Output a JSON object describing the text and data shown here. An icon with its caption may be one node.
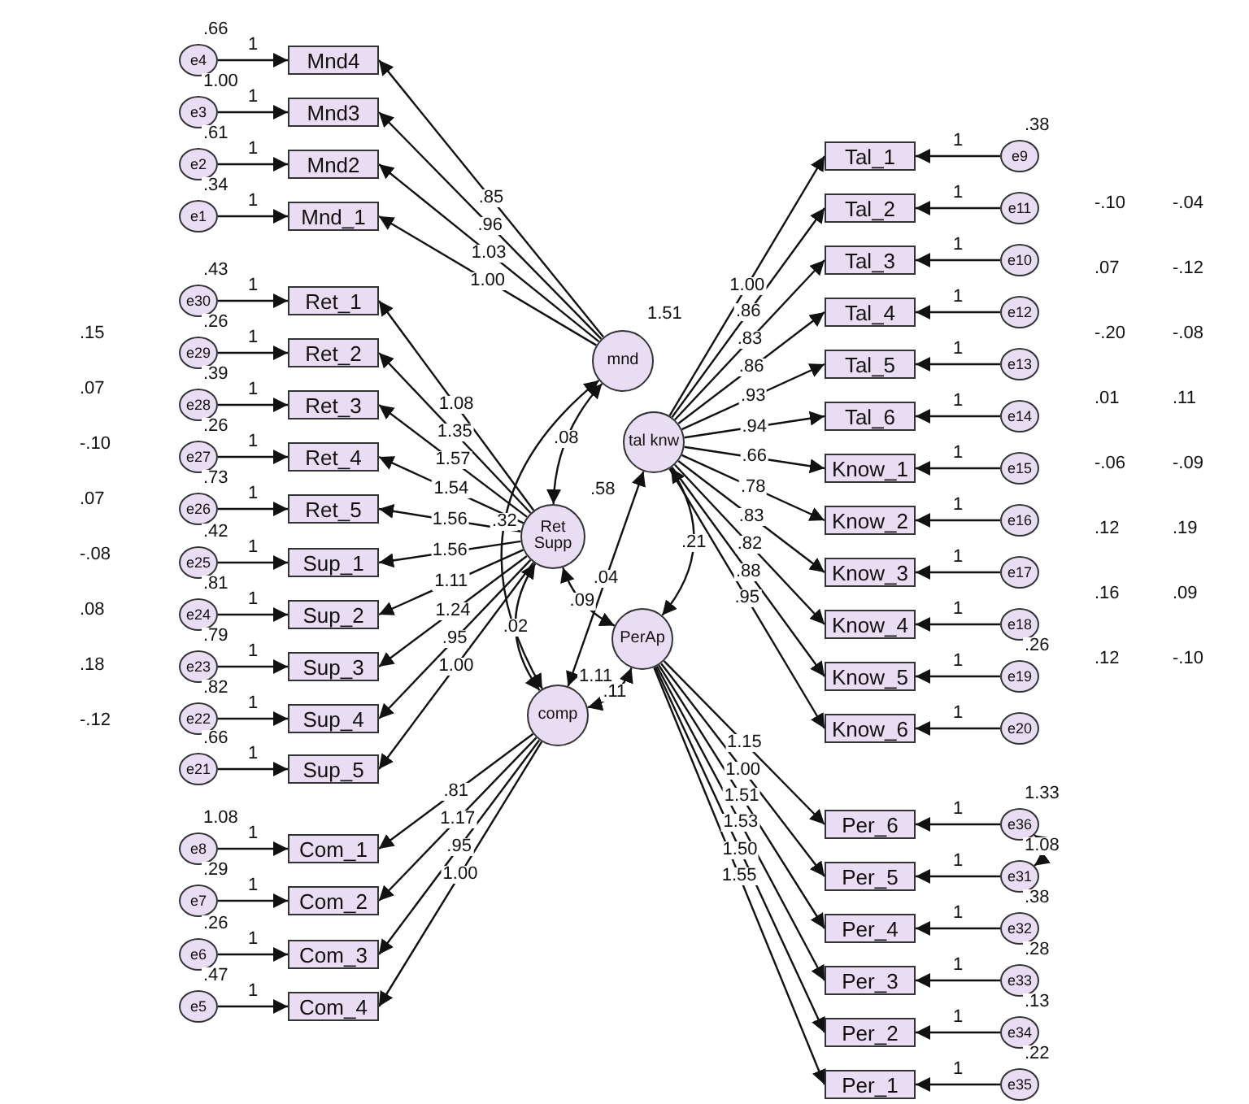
{
  "diagram": {
    "nodes": [
      {
        "text": [
          "mnd"
        ],
        "beside": [
          "1.51"
        ]
      },
      {
        "text": [
          "tal knw"
        ]
      },
      {
        "text": [
          "Ret Supp"
        ],
        "beside": [
          ".58"
        ]
      },
      {
        "text": [
          "PerAp"
        ],
        "beside": [
          "1.11"
        ]
      },
      {
        "text": [
          "comp"
        ]
      },
      {
        "text": [
          "Mnd4"
        ]
      },
      {
        "text": [
          "Mnd3"
        ]
      },
      {
        "text": [
          "Mnd2"
        ]
      },
      {
        "text": [
          "Mnd_1"
        ]
      },
      {
        "text": [
          "Ret_1"
        ]
      },
      {
        "text": [
          "Ret_2"
        ]
      },
      {
        "text": [
          "Ret_3"
        ]
      },
      {
        "text": [
          "Ret_4"
        ]
      },
      {
        "text": [
          "Ret_5"
        ]
      },
      {
        "text": [
          "Sup_1"
        ]
      },
      {
        "text": [
          "Sup_2"
        ]
      },
      {
        "text": [
          "Sup_3"
        ]
      },
      {
        "text": [
          "Sup_4"
        ]
      },
      {
        "text": [
          "Sup_5"
        ]
      },
      {
        "text": [
          "Com_1"
        ]
      },
      {
        "text": [
          "Com_2"
        ]
      },
      {
        "text": [
          "Com_3"
        ]
      },
      {
        "text": [
          "Com_4"
        ]
      },
      {
        "text": [
          "Tal_1"
        ]
      },
      {
        "text": [
          "Tal_2"
        ]
      },
      {
        "text": [
          "Tal_3"
        ]
      },
      {
        "text": [
          "Tal_4"
        ]
      },
      {
        "text": [
          "Tal_5"
        ]
      },
      {
        "text": [
          "Tal_6"
        ]
      },
      {
        "text": [
          "Know_1"
        ]
      },
      {
        "text": [
          "Know_2"
        ]
      },
      {
        "text": [
          "Know_3"
        ]
      },
      {
        "text": [
          "Know_4"
        ]
      },
      {
        "text": [
          "Know_5"
        ]
      },
      {
        "text": [
          "Know_6"
        ]
      },
      {
        "text": [
          "Per_6"
        ]
      },
      {
        "text": [
          "Per_5"
        ]
      },
      {
        "text": [
          "Per_4"
        ]
      },
      {
        "text": [
          "Per_3"
        ]
      },
      {
        "text": [
          "Per_2"
        ]
      },
      {
        "text": [
          "Per_1"
        ]
      },
      {
        "text": [
          "e4"
        ],
        "beside": [
          ".66"
        ]
      },
      {
        "text": [
          "e3"
        ],
        "beside": [
          "1.00"
        ]
      },
      {
        "text": [
          "e2"
        ],
        "beside": [
          ".61"
        ]
      },
      {
        "text": [
          "e1"
        ],
        "beside": [
          ".34"
        ]
      },
      {
        "text": [
          "e30"
        ],
        "beside": [
          ".43"
        ]
      },
      {
        "text": [
          "e29"
        ],
        "beside": [
          ".26"
        ]
      },
      {
        "text": [
          "e28"
        ],
        "beside": [
          ".39"
        ]
      },
      {
        "text": [
          "e27"
        ],
        "beside": [
          ".26"
        ]
      },
      {
        "text": [
          "e26"
        ],
        "beside": [
          ".73"
        ]
      },
      {
        "text": [
          "e25"
        ],
        "beside": [
          ".42"
        ]
      },
      {
        "text": [
          "e24"
        ],
        "beside": [
          ".81"
        ]
      },
      {
        "text": [
          "e23"
        ],
        "beside": [
          ".79"
        ]
      },
      {
        "text": [
          "e22"
        ],
        "beside": [
          ".82"
        ]
      },
      {
        "text": [
          "e21"
        ],
        "beside": [
          ".66"
        ]
      },
      {
        "text": [
          "e8"
        ],
        "beside": [
          "1.08"
        ]
      },
      {
        "text": [
          "e7"
        ],
        "beside": [
          ".29"
        ]
      },
      {
        "text": [
          "e6"
        ],
        "beside": [
          ".26"
        ]
      },
      {
        "text": [
          "e5"
        ],
        "beside": [
          ".47"
        ]
      },
      {
        "text": [
          "e9"
        ],
        "beside": [
          ".38"
        ]
      },
      {
        "text": [
          "e11"
        ]
      },
      {
        "text": [
          "e10"
        ]
      },
      {
        "text": [
          "e12"
        ]
      },
      {
        "text": [
          "e13"
        ]
      },
      {
        "text": [
          "e14"
        ]
      },
      {
        "text": [
          "e15"
        ]
      },
      {
        "text": [
          "e16"
        ]
      },
      {
        "text": [
          "e17"
        ]
      },
      {
        "text": [
          "e18"
        ]
      },
      {
        "text": [
          "e19"
        ],
        "beside": [
          ".26"
        ]
      },
      {
        "text": [
          "e20"
        ]
      },
      {
        "text": [
          "e36"
        ],
        "beside": [
          "1.33"
        ]
      },
      {
        "text": [
          "e31"
        ],
        "beside": [
          "1.08"
        ]
      },
      {
        "text": [
          "e32"
        ],
        "beside": [
          ".38"
        ]
      },
      {
        "text": [
          "e33"
        ],
        "beside": [
          ".28"
        ]
      },
      {
        "text": [
          "e34"
        ],
        "beside": [
          ".13"
        ]
      },
      {
        "text": [
          "e35"
        ],
        "beside": [
          ".22"
        ]
      }
    ],
    "edges": [
      {
        "from": 41,
        "to": 5,
        "arrow": "to",
        "label": "1"
      },
      {
        "from": 42,
        "to": 6,
        "arrow": "to",
        "label": "1"
      },
      {
        "from": 43,
        "to": 7,
        "arrow": "to",
        "label": "1"
      },
      {
        "from": 44,
        "to": 8,
        "arrow": "to",
        "label": "1"
      },
      {
        "from": 45,
        "to": 9,
        "arrow": "to",
        "label": "1"
      },
      {
        "from": 46,
        "to": 10,
        "arrow": "to",
        "label": "1"
      },
      {
        "from": 47,
        "to": 11,
        "arrow": "to",
        "label": "1"
      },
      {
        "from": 48,
        "to": 12,
        "arrow": "to",
        "label": "1"
      },
      {
        "from": 49,
        "to": 13,
        "arrow": "to",
        "label": "1"
      },
      {
        "from": 50,
        "to": 14,
        "arrow": "to",
        "label": "1"
      },
      {
        "from": 51,
        "to": 15,
        "arrow": "to",
        "label": "1"
      },
      {
        "from": 52,
        "to": 16,
        "arrow": "to",
        "label": "1"
      },
      {
        "from": 53,
        "to": 17,
        "arrow": "to",
        "label": "1"
      },
      {
        "from": 54,
        "to": 18,
        "arrow": "to",
        "label": "1"
      },
      {
        "from": 55,
        "to": 19,
        "arrow": "to",
        "label": "1"
      },
      {
        "from": 56,
        "to": 20,
        "arrow": "to",
        "label": "1"
      },
      {
        "from": 57,
        "to": 21,
        "arrow": "to",
        "label": "1"
      },
      {
        "from": 58,
        "to": 22,
        "arrow": "to",
        "label": "1"
      },
      {
        "from": 59,
        "to": 23,
        "arrow": "to",
        "label": "1"
      },
      {
        "from": 60,
        "to": 24,
        "arrow": "to",
        "label": "1"
      },
      {
        "from": 61,
        "to": 25,
        "arrow": "to",
        "label": "1"
      },
      {
        "from": 62,
        "to": 26,
        "arrow": "to",
        "label": "1"
      },
      {
        "from": 63,
        "to": 27,
        "arrow": "to",
        "label": "1"
      },
      {
        "from": 64,
        "to": 28,
        "arrow": "to",
        "label": "1"
      },
      {
        "from": 65,
        "to": 29,
        "arrow": "to",
        "label": "1"
      },
      {
        "from": 66,
        "to": 30,
        "arrow": "to",
        "label": "1"
      },
      {
        "from": 67,
        "to": 31,
        "arrow": "to",
        "label": "1"
      },
      {
        "from": 68,
        "to": 32,
        "arrow": "to",
        "label": "1"
      },
      {
        "from": 69,
        "to": 33,
        "arrow": "to",
        "label": "1"
      },
      {
        "from": 70,
        "to": 34,
        "arrow": "to",
        "label": "1"
      },
      {
        "from": 71,
        "to": 35,
        "arrow": "to",
        "label": "1"
      },
      {
        "from": 72,
        "to": 36,
        "arrow": "to",
        "label": "1"
      },
      {
        "from": 73,
        "to": 37,
        "arrow": "to",
        "label": "1"
      },
      {
        "from": 74,
        "to": 38,
        "arrow": "to",
        "label": "1"
      },
      {
        "from": 75,
        "to": 39,
        "arrow": "to",
        "label": "1"
      },
      {
        "from": 76,
        "to": 40,
        "arrow": "to",
        "label": "1"
      },
      {
        "from": 0,
        "to": 5,
        "arrow": "to",
        "label": ".85"
      },
      {
        "from": 0,
        "to": 6,
        "arrow": "to",
        "label": ".96"
      },
      {
        "from": 0,
        "to": 7,
        "arrow": "to",
        "label": "1.03"
      },
      {
        "from": 0,
        "to": 8,
        "arrow": "to",
        "label": "1.00"
      },
      {
        "from": 2,
        "to": 9,
        "arrow": "to",
        "label": "1.08"
      },
      {
        "from": 2,
        "to": 10,
        "arrow": "to",
        "label": "1.35"
      },
      {
        "from": 2,
        "to": 11,
        "arrow": "to",
        "label": "1.57"
      },
      {
        "from": 2,
        "to": 12,
        "arrow": "to",
        "label": "1.54"
      },
      {
        "from": 2,
        "to": 13,
        "arrow": "to",
        "label": "1.56"
      },
      {
        "from": 2,
        "to": 14,
        "arrow": "to",
        "label": "1.56"
      },
      {
        "from": 2,
        "to": 15,
        "arrow": "to",
        "label": "1.11"
      },
      {
        "from": 2,
        "to": 16,
        "arrow": "to",
        "label": "1.24"
      },
      {
        "from": 2,
        "to": 17,
        "arrow": "to",
        "label": ".95"
      },
      {
        "from": 2,
        "to": 18,
        "arrow": "to",
        "label": "1.00"
      },
      {
        "from": 4,
        "to": 19,
        "arrow": "to",
        "label": ".81"
      },
      {
        "from": 4,
        "to": 20,
        "arrow": "to",
        "label": "1.17"
      },
      {
        "from": 4,
        "to": 21,
        "arrow": "to",
        "label": ".95"
      },
      {
        "from": 4,
        "to": 22,
        "arrow": "to",
        "label": "1.00"
      },
      {
        "from": 1,
        "to": 23,
        "arrow": "to",
        "label": "1.00"
      },
      {
        "from": 1,
        "to": 24,
        "arrow": "to",
        "label": ".86"
      },
      {
        "from": 1,
        "to": 25,
        "arrow": "to",
        "label": ".83"
      },
      {
        "from": 1,
        "to": 26,
        "arrow": "to",
        "label": ".86"
      },
      {
        "from": 1,
        "to": 27,
        "arrow": "to",
        "label": ".93"
      },
      {
        "from": 1,
        "to": 28,
        "arrow": "to",
        "label": ".94"
      },
      {
        "from": 1,
        "to": 29,
        "arrow": "to",
        "label": ".66"
      },
      {
        "from": 1,
        "to": 30,
        "arrow": "to",
        "label": ".78"
      },
      {
        "from": 1,
        "to": 31,
        "arrow": "to",
        "label": ".83"
      },
      {
        "from": 1,
        "to": 32,
        "arrow": "to",
        "label": ".82"
      },
      {
        "from": 1,
        "to": 33,
        "arrow": "to",
        "label": ".88"
      },
      {
        "from": 1,
        "to": 34,
        "arrow": "to",
        "label": ".95"
      },
      {
        "from": 3,
        "to": 35,
        "arrow": "to",
        "label": "1.15"
      },
      {
        "from": 3,
        "to": 36,
        "arrow": "to",
        "label": "1.00"
      },
      {
        "from": 3,
        "to": 37,
        "arrow": "to",
        "label": "1.51"
      },
      {
        "from": 3,
        "to": 38,
        "arrow": "to",
        "label": "1.53"
      },
      {
        "from": 3,
        "to": 39,
        "arrow": "to",
        "label": "1.50"
      },
      {
        "from": 3,
        "to": 40,
        "arrow": "to",
        "label": "1.55"
      },
      {
        "from": 0,
        "to": 2,
        "arrow": "both",
        "label": ".08"
      },
      {
        "from": 1,
        "to": 3,
        "arrow": "both",
        "label": ".21"
      },
      {
        "from": 2,
        "to": 3,
        "arrow": "both",
        "label": ".09"
      },
      {
        "from": 4,
        "to": 3,
        "arrow": "both",
        "label": ".11"
      },
      {
        "from": 2,
        "to": 4,
        "arrow": "both",
        "label": ".02"
      },
      {
        "from": 1,
        "to": 4,
        "arrow": "both",
        "label": ".04"
      },
      {
        "from": 0,
        "to": 4,
        "arrow": "both",
        "label": ".32"
      },
      {
        "from": 71,
        "to": 72,
        "arrow": "both"
      }
    ],
    "labels": [
      ".15",
      ".07",
      "-.10",
      ".07",
      "-.08",
      ".08",
      ".18",
      "-.12",
      "-.10",
      "-.04",
      ".07",
      "-.12",
      "-.20",
      "-.08",
      ".01",
      ".11",
      "-.06",
      "-.09",
      ".12",
      ".19",
      ".16",
      ".09",
      ".12",
      "-.10"
    ]
  }
}
